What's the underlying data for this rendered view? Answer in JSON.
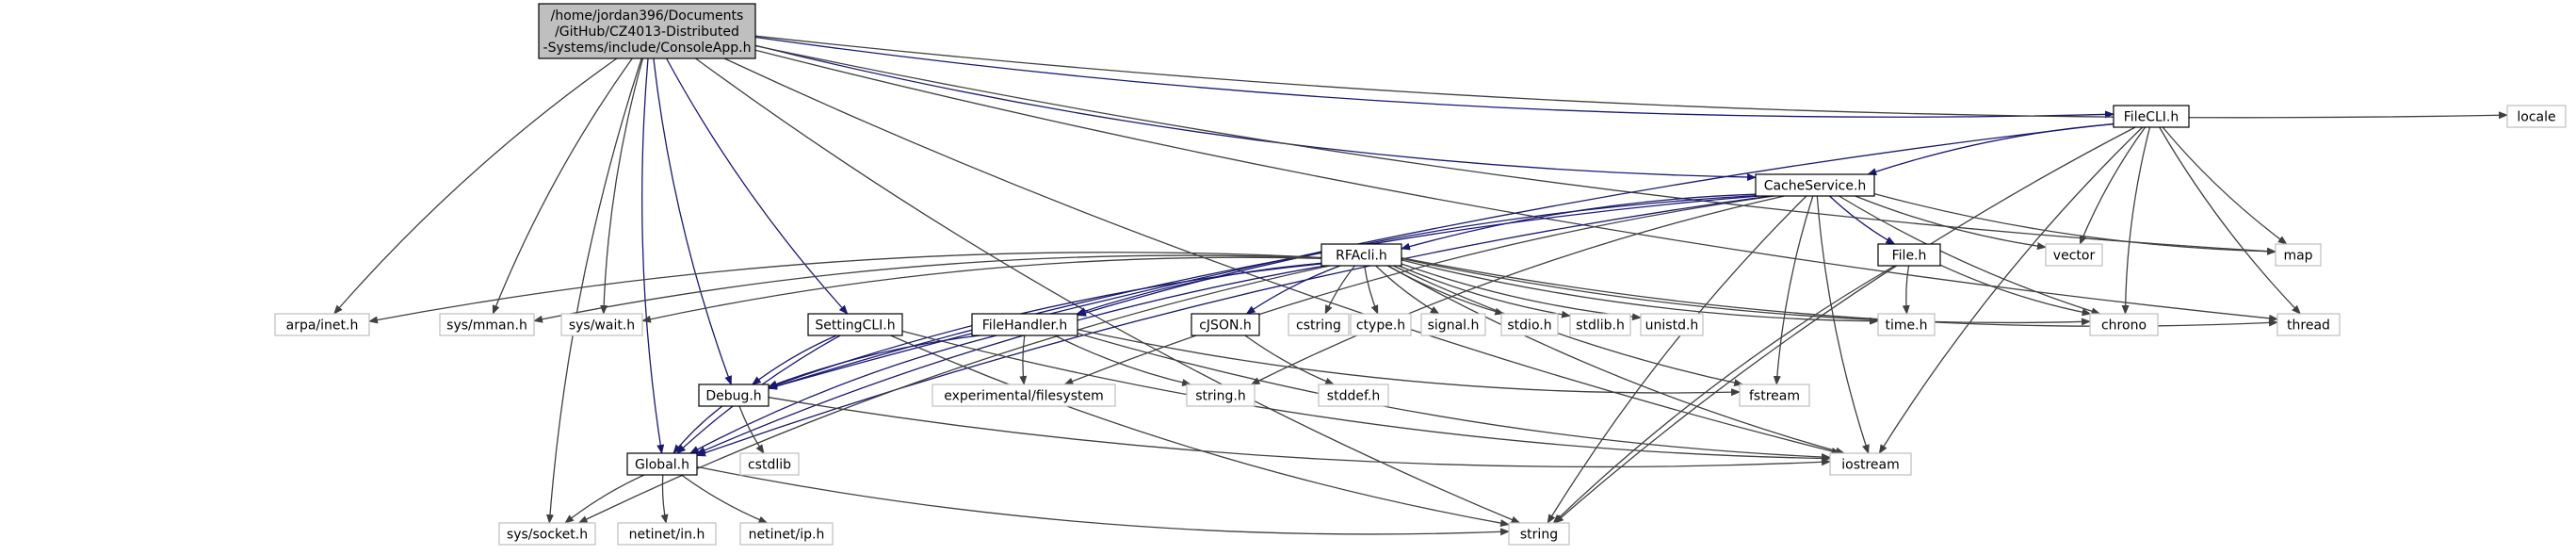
{
  "diagram": {
    "colors": {
      "root_fill": "#bfbfbf",
      "internal_stroke": "#000000",
      "external_stroke": "#bfbfbf",
      "internal_edge": "#191970",
      "external_edge": "#404040",
      "text": "#000000"
    },
    "nodes": [
      {
        "id": "root",
        "kind": "root",
        "lines": [
          "/home/jordan396/Documents",
          "/GitHub/CZ4013-Distributed",
          "-Systems/include/ConsoleApp.h"
        ]
      },
      {
        "id": "filecli",
        "kind": "internal",
        "lines": [
          "FileCLI.h"
        ]
      },
      {
        "id": "locale",
        "kind": "external",
        "lines": [
          "locale"
        ]
      },
      {
        "id": "cacheservice",
        "kind": "internal",
        "lines": [
          "CacheService.h"
        ]
      },
      {
        "id": "rfacli",
        "kind": "internal",
        "lines": [
          "RFAcli.h"
        ]
      },
      {
        "id": "fileh",
        "kind": "internal",
        "lines": [
          "File.h"
        ]
      },
      {
        "id": "vector",
        "kind": "external",
        "lines": [
          "vector"
        ]
      },
      {
        "id": "map",
        "kind": "external",
        "lines": [
          "map"
        ]
      },
      {
        "id": "settingcli",
        "kind": "internal",
        "lines": [
          "SettingCLI.h"
        ]
      },
      {
        "id": "arpainet",
        "kind": "external",
        "lines": [
          "arpa/inet.h"
        ]
      },
      {
        "id": "sysmman",
        "kind": "external",
        "lines": [
          "sys/mman.h"
        ]
      },
      {
        "id": "syswait",
        "kind": "external",
        "lines": [
          "sys/wait.h"
        ]
      },
      {
        "id": "filehandler",
        "kind": "internal",
        "lines": [
          "FileHandler.h"
        ]
      },
      {
        "id": "cjson",
        "kind": "internal",
        "lines": [
          "cJSON.h"
        ]
      },
      {
        "id": "cstring",
        "kind": "external",
        "lines": [
          "cstring"
        ]
      },
      {
        "id": "ctype",
        "kind": "external",
        "lines": [
          "ctype.h"
        ]
      },
      {
        "id": "signal",
        "kind": "external",
        "lines": [
          "signal.h"
        ]
      },
      {
        "id": "stdio",
        "kind": "external",
        "lines": [
          "stdio.h"
        ]
      },
      {
        "id": "stdlib",
        "kind": "external",
        "lines": [
          "stdlib.h"
        ]
      },
      {
        "id": "unistd",
        "kind": "external",
        "lines": [
          "unistd.h"
        ]
      },
      {
        "id": "timeh",
        "kind": "external",
        "lines": [
          "time.h"
        ]
      },
      {
        "id": "chrono",
        "kind": "external",
        "lines": [
          "chrono"
        ]
      },
      {
        "id": "thread",
        "kind": "external",
        "lines": [
          "thread"
        ]
      },
      {
        "id": "debug",
        "kind": "internal",
        "lines": [
          "Debug.h"
        ]
      },
      {
        "id": "expfs",
        "kind": "external",
        "lines": [
          "experimental/filesystem"
        ]
      },
      {
        "id": "stringh",
        "kind": "external",
        "lines": [
          "string.h"
        ]
      },
      {
        "id": "stddef",
        "kind": "external",
        "lines": [
          "stddef.h"
        ]
      },
      {
        "id": "fstream",
        "kind": "external",
        "lines": [
          "fstream"
        ]
      },
      {
        "id": "global",
        "kind": "internal",
        "lines": [
          "Global.h"
        ]
      },
      {
        "id": "cstdlib",
        "kind": "external",
        "lines": [
          "cstdlib"
        ]
      },
      {
        "id": "iostream",
        "kind": "external",
        "lines": [
          "iostream"
        ]
      },
      {
        "id": "syssocket",
        "kind": "external",
        "lines": [
          "sys/socket.h"
        ]
      },
      {
        "id": "netinetin",
        "kind": "external",
        "lines": [
          "netinet/in.h"
        ]
      },
      {
        "id": "netinetip",
        "kind": "external",
        "lines": [
          "netinet/ip.h"
        ]
      },
      {
        "id": "string",
        "kind": "external",
        "lines": [
          "string"
        ]
      }
    ],
    "edges": [
      [
        "root",
        "filecli"
      ],
      [
        "root",
        "locale"
      ],
      [
        "root",
        "cacheservice"
      ],
      [
        "root",
        "map"
      ],
      [
        "root",
        "thread"
      ],
      [
        "root",
        "iostream"
      ],
      [
        "root",
        "settingcli"
      ],
      [
        "root",
        "arpainet"
      ],
      [
        "root",
        "sysmman"
      ],
      [
        "root",
        "syswait"
      ],
      [
        "root",
        "debug"
      ],
      [
        "root",
        "global"
      ],
      [
        "root",
        "syssocket"
      ],
      [
        "root",
        "string"
      ],
      [
        "filecli",
        "cacheservice"
      ],
      [
        "filecli",
        "vector"
      ],
      [
        "filecli",
        "map"
      ],
      [
        "filecli",
        "chrono"
      ],
      [
        "filecli",
        "thread"
      ],
      [
        "filecli",
        "iostream"
      ],
      [
        "filecli",
        "string"
      ],
      [
        "filecli",
        "debug"
      ],
      [
        "cacheservice",
        "rfacli"
      ],
      [
        "cacheservice",
        "fileh"
      ],
      [
        "cacheservice",
        "vector"
      ],
      [
        "cacheservice",
        "map"
      ],
      [
        "cacheservice",
        "chrono"
      ],
      [
        "cacheservice",
        "fstream"
      ],
      [
        "cacheservice",
        "iostream"
      ],
      [
        "cacheservice",
        "string"
      ],
      [
        "cacheservice",
        "filehandler"
      ],
      [
        "cacheservice",
        "expfs"
      ],
      [
        "cacheservice",
        "debug"
      ],
      [
        "cacheservice",
        "global"
      ],
      [
        "cacheservice",
        "stringh"
      ],
      [
        "rfacli",
        "arpainet"
      ],
      [
        "rfacli",
        "sysmman"
      ],
      [
        "rfacli",
        "syswait"
      ],
      [
        "rfacli",
        "filehandler"
      ],
      [
        "rfacli",
        "cjson"
      ],
      [
        "rfacli",
        "cstring"
      ],
      [
        "rfacli",
        "ctype"
      ],
      [
        "rfacli",
        "signal"
      ],
      [
        "rfacli",
        "stdio"
      ],
      [
        "rfacli",
        "stdlib"
      ],
      [
        "rfacli",
        "unistd"
      ],
      [
        "rfacli",
        "timeh"
      ],
      [
        "rfacli",
        "chrono"
      ],
      [
        "rfacli",
        "thread"
      ],
      [
        "rfacli",
        "debug"
      ],
      [
        "rfacli",
        "global"
      ],
      [
        "rfacli",
        "syssocket"
      ],
      [
        "rfacli",
        "fstream"
      ],
      [
        "rfacli",
        "iostream"
      ],
      [
        "fileh",
        "timeh"
      ],
      [
        "fileh",
        "chrono"
      ],
      [
        "fileh",
        "string"
      ],
      [
        "settingcli",
        "debug"
      ],
      [
        "settingcli",
        "global"
      ],
      [
        "settingcli",
        "iostream"
      ],
      [
        "settingcli",
        "string"
      ],
      [
        "filehandler",
        "debug"
      ],
      [
        "filehandler",
        "expfs"
      ],
      [
        "filehandler",
        "stringh"
      ],
      [
        "filehandler",
        "fstream"
      ],
      [
        "filehandler",
        "iostream"
      ],
      [
        "filehandler",
        "global"
      ],
      [
        "cjson",
        "stddef"
      ],
      [
        "debug",
        "global"
      ],
      [
        "debug",
        "cstdlib"
      ],
      [
        "debug",
        "iostream"
      ],
      [
        "global",
        "syssocket"
      ],
      [
        "global",
        "netinetin"
      ],
      [
        "global",
        "netinetip"
      ],
      [
        "global",
        "string"
      ]
    ]
  }
}
